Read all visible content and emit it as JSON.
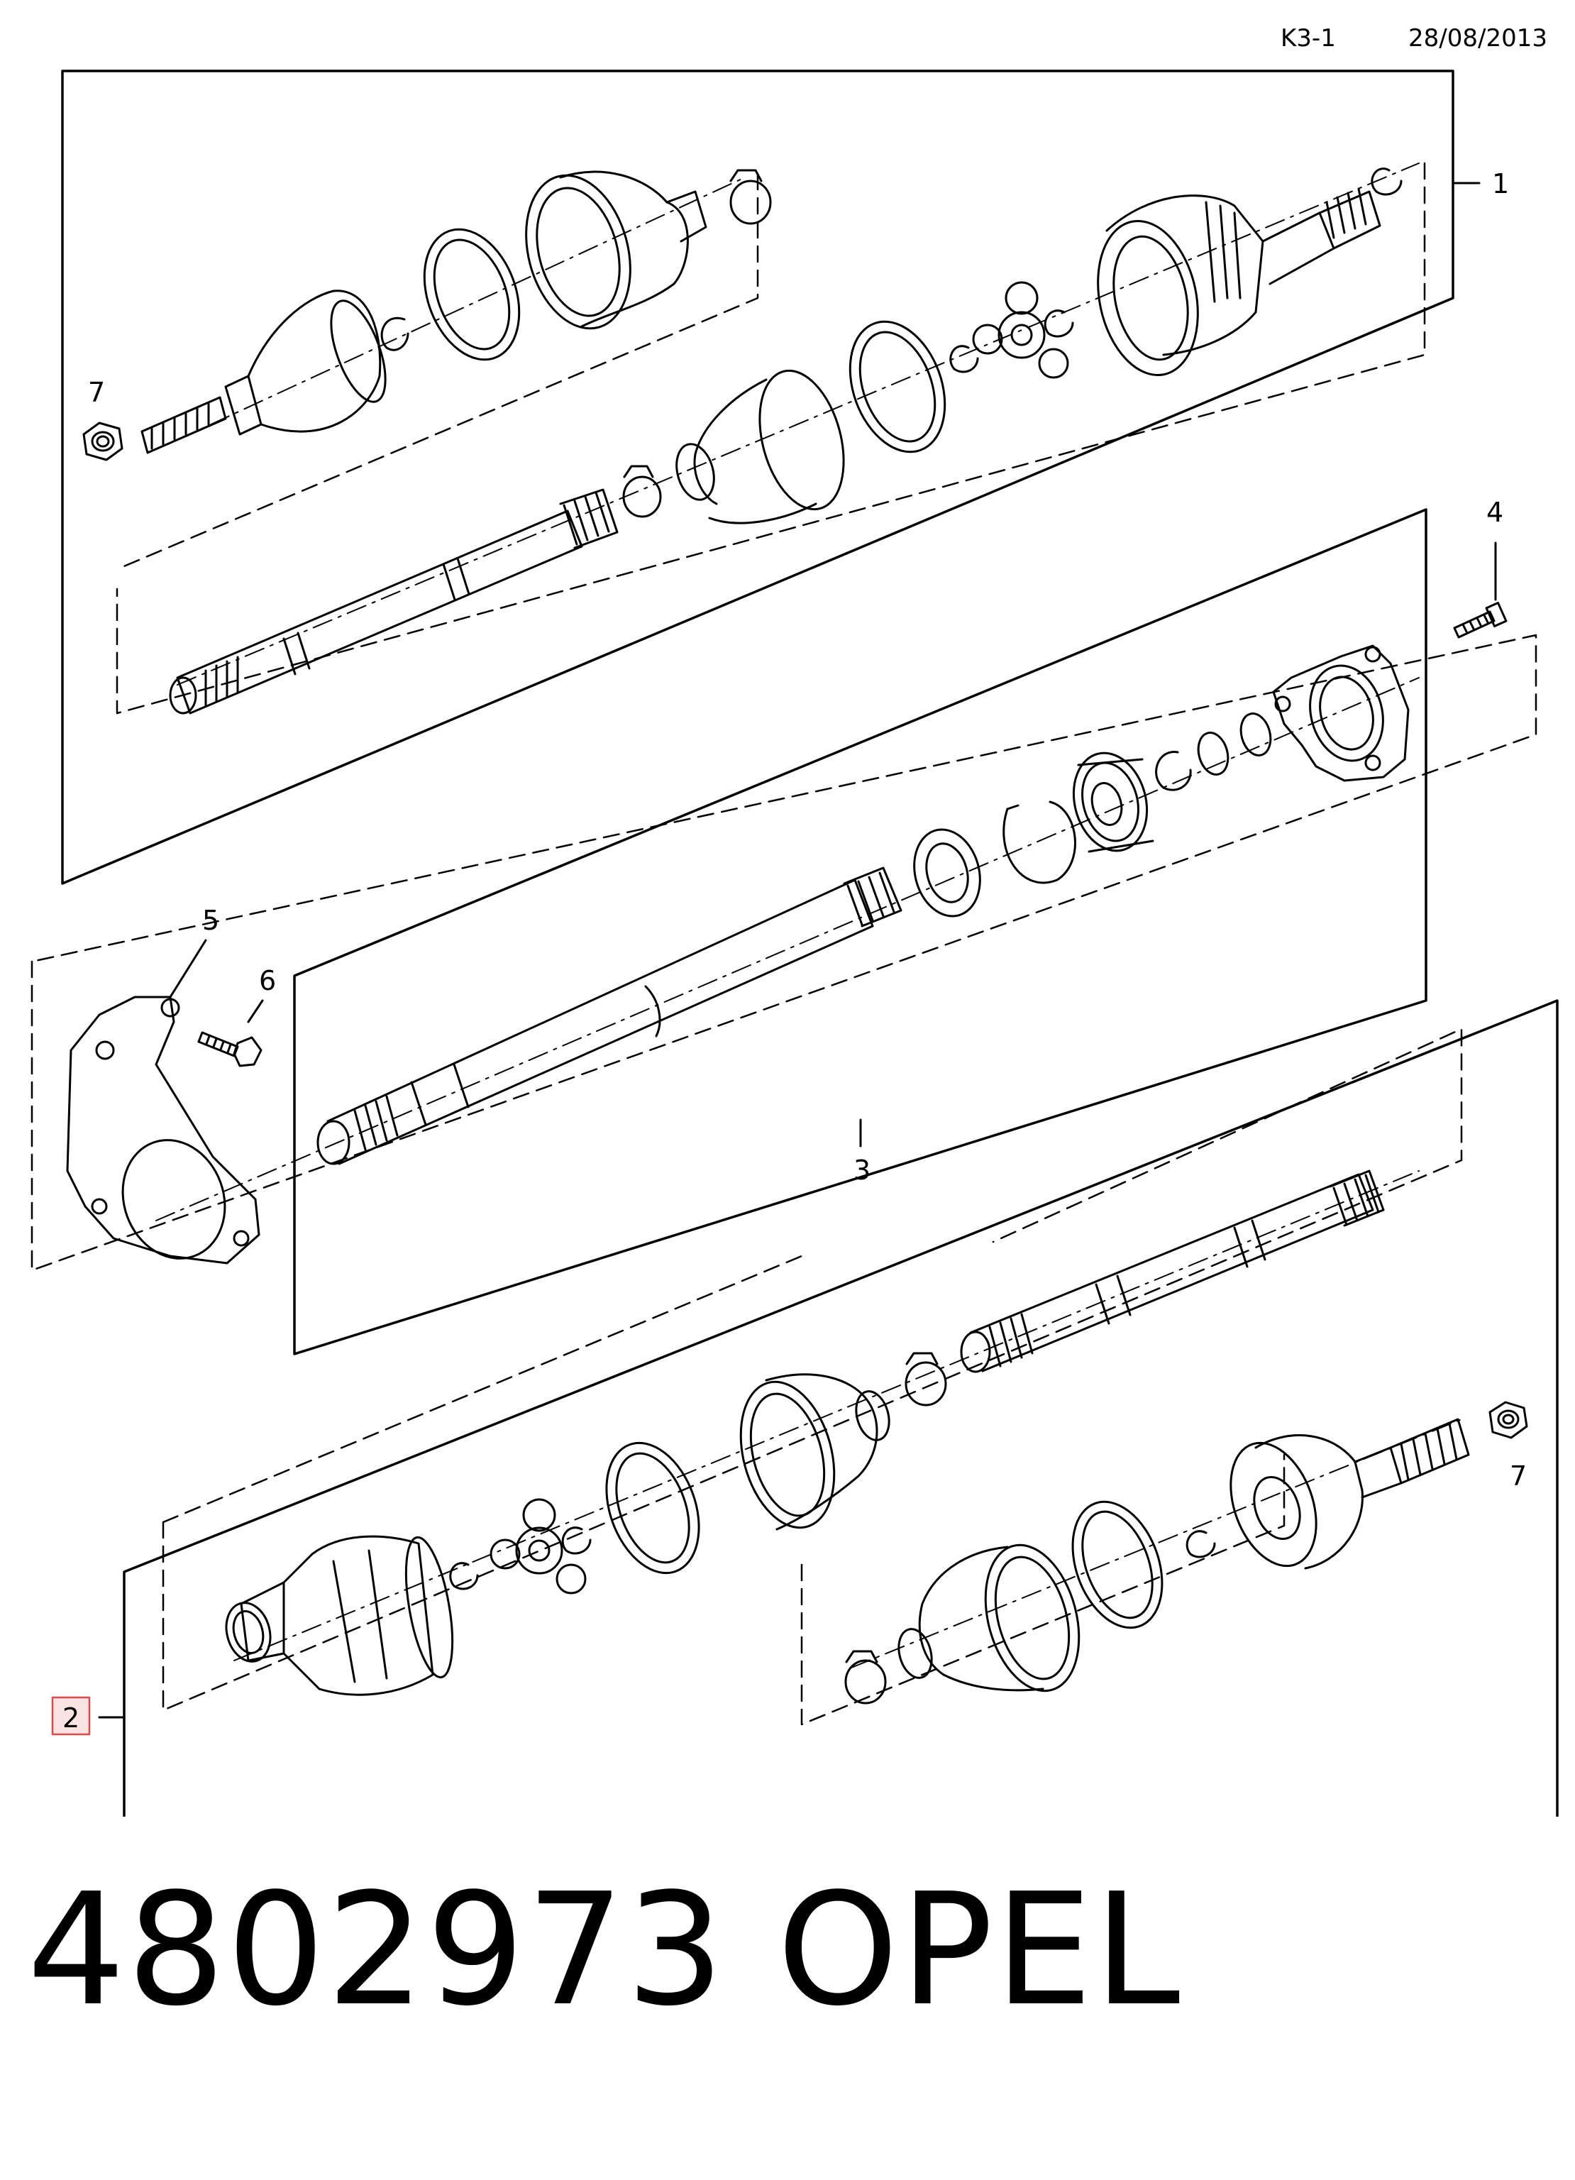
{
  "header": {
    "code": "K3-1",
    "date": "28/08/2013"
  },
  "callouts": {
    "c1": "1",
    "c2": "2",
    "c3": "3",
    "c4": "4",
    "c5": "5",
    "c6": "6",
    "c7a": "7",
    "c7b": "7"
  },
  "highlight_color": "#e04a4a",
  "footer": {
    "part_number": "4802973",
    "brand": "OPEL"
  }
}
